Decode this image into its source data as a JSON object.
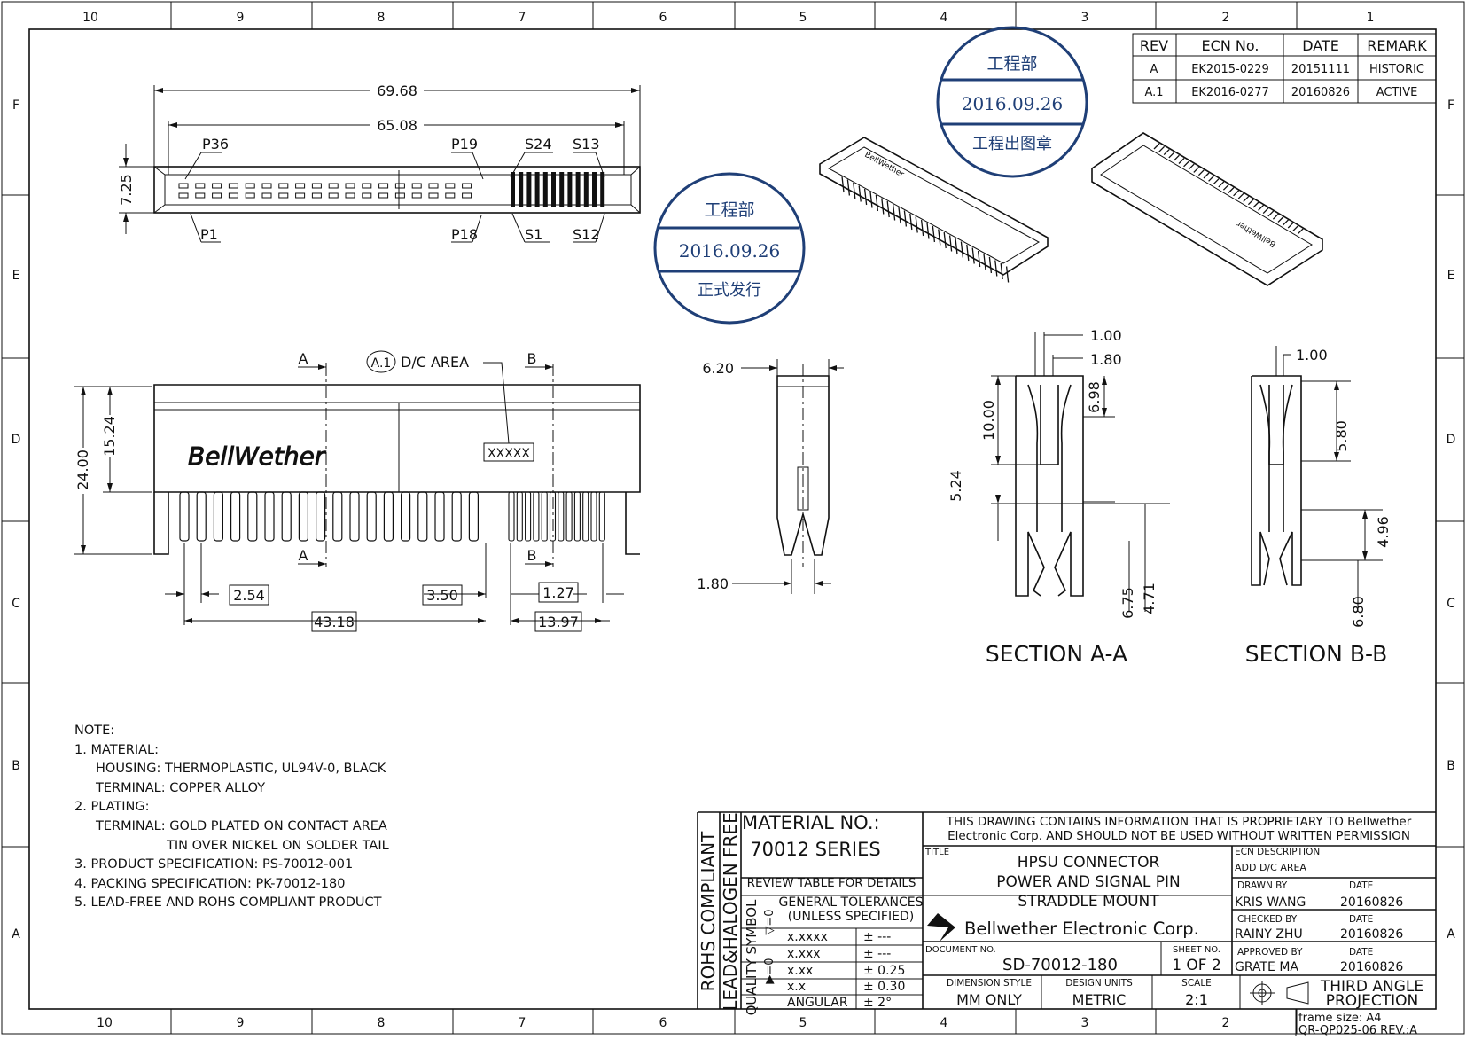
{
  "border": {
    "columns_top": [
      "10",
      "9",
      "8",
      "7",
      "6",
      "5",
      "4",
      "3",
      "2",
      "1"
    ],
    "columns_bottom": [
      "10",
      "9",
      "8",
      "7",
      "6",
      "5",
      "4",
      "3",
      "2",
      "1"
    ],
    "rows": [
      "F",
      "E",
      "D",
      "C",
      "B",
      "A"
    ]
  },
  "revision_table": {
    "headers": [
      "REV",
      "ECN No.",
      "DATE",
      "REMARK"
    ],
    "rows": [
      [
        "A",
        "EK2015-0229",
        "20151111",
        "HISTORIC"
      ],
      [
        "A.1",
        "EK2016-0277",
        "20160826",
        "ACTIVE"
      ]
    ]
  },
  "stamps": [
    {
      "dept": "工程部",
      "date": "2016.09.26",
      "label": "工程出图章"
    },
    {
      "dept": "工程部",
      "date": "2016.09.26",
      "label": "正式发行"
    }
  ],
  "top_view": {
    "dims": [
      "69.68",
      "65.08",
      "7.25"
    ],
    "pins_top": [
      "P36",
      "P19",
      "S24",
      "S13"
    ],
    "pins_bottom": [
      "P1",
      "P18",
      "S1",
      "S12"
    ]
  },
  "front_view": {
    "section_a": "A",
    "section_b": "B",
    "revision_bubble": "A.1",
    "dc_area": "D/C AREA",
    "dc_code": "XXXXX",
    "brand": "BellWether",
    "dims": [
      "24.00",
      "15.24",
      "2.54",
      "3.50",
      "43.18",
      "1.27",
      "13.97"
    ]
  },
  "side_view": {
    "dims": [
      "6.20",
      "1.80"
    ]
  },
  "section_aa": {
    "dims": [
      "1.00",
      "1.80",
      "10.00",
      "6.98",
      "5.24",
      "6.75",
      "4.71"
    ],
    "title": "SECTION A-A"
  },
  "section_bb": {
    "dims": [
      "1.00",
      "5.80",
      "4.96",
      "6.80"
    ],
    "title": "SECTION B-B"
  },
  "notes": [
    "NOTE:",
    "1. MATERIAL:",
    "HOUSING: THERMOPLASTIC, UL94V-0, BLACK",
    "TERMINAL: COPPER ALLOY",
    "2. PLATING:",
    "TERMINAL: GOLD PLATED ON CONTACT AREA",
    "TIN OVER NICKEL ON SOLDER TAIL",
    "3. PRODUCT SPECIFICATION: PS-70012-001",
    "4. PACKING SPECIFICATION: PK-70012-180",
    "5. LEAD-FREE AND ROHS COMPLIANT PRODUCT"
  ],
  "title_block": {
    "rohs": "ROHS COMPLIANT",
    "lead_free": "LEAD&HALOGEN FREE",
    "quality_symbol": "QUALITY SYMBOL",
    "material_label": "MATERIAL  NO.:",
    "series": "70012  SERIES",
    "review": "REVIEW TABLE FOR DETAILS",
    "gt_line1": "GENERAL TOLERANCES",
    "gt_line2": "(UNLESS SPECIFIED)",
    "tolerances": [
      [
        "x.xxxx",
        "±  ---"
      ],
      [
        "x.xxx",
        "±  ---"
      ],
      [
        "x.xx",
        "±  0.25"
      ],
      [
        "x.x",
        "±  0.30"
      ],
      [
        "ANGULAR",
        "±   2°"
      ]
    ],
    "prop_line1": "THIS DRAWING CONTAINS INFORMATION THAT IS PROPRIETARY TO Bellwether",
    "prop_line2": "Electronic Corp. AND SHOULD NOT BE USED WITHOUT WRITTEN PERMISSION",
    "title_label": "TITLE",
    "title_lines": [
      "HPSU CONNECTOR",
      "POWER AND SIGNAL PIN",
      "STRADDLE MOUNT"
    ],
    "company": "Bellwether Electronic Corp.",
    "doc_label": "DOCUMENT NO.",
    "doc_no": "SD-70012-180",
    "sheet_label": "SHEET NO.",
    "sheet": "1  OF  2",
    "dim_style_label": "DIMENSION STYLE",
    "dim_style": "MM ONLY",
    "units_label": "DESIGN UNITS",
    "units": "METRIC",
    "scale_label": "SCALE",
    "scale": "2:1",
    "ecn_label": "ECN DESCRIPTION",
    "ecn_desc": "ADD D/C AREA",
    "drawn_label": "DRAWN BY",
    "drawn_by": "KRIS WANG",
    "checked_label": "CHECKED BY",
    "checked_by": "RAINY ZHU",
    "approved_label": "APPROVED BY",
    "approved_by": "GRATE MA",
    "date_label": "DATE",
    "dates": [
      "20160826",
      "20160826",
      "20160826"
    ],
    "projection_line1": "THIRD ANGLE",
    "projection_line2": "PROJECTION"
  },
  "footer": {
    "frame_size": "frame size: A4",
    "form": "QR-QP025-06 REV.:A"
  }
}
